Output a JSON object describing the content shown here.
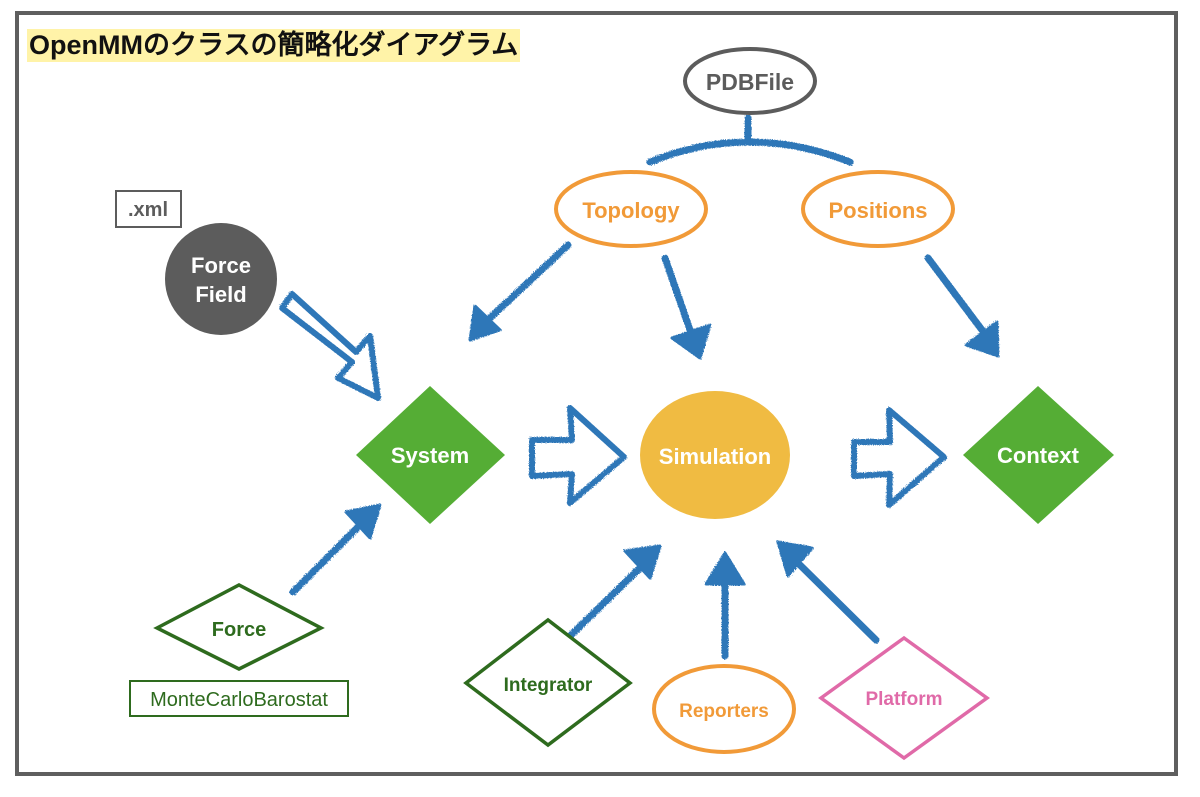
{
  "title": "OpenMMのクラスの簡略化ダイアグラム",
  "colors": {
    "frame": "#5f5f5f",
    "title_highlight": "#fff3a8",
    "arrow_blue": "#2f77b8",
    "green_fill": "#55ad35",
    "dark_green": "#2e6b1e",
    "orange": "#f19a38",
    "yellow_fill": "#f0bb42",
    "gray_dark": "#5c5c5c",
    "pink": "#e06aa8"
  },
  "nodes": {
    "pdbfile": "PDBFile",
    "topology": "Topology",
    "positions": "Positions",
    "xml": ".xml",
    "forcefield_line1": "Force",
    "forcefield_line2": "Field",
    "system": "System",
    "simulation": "Simulation",
    "context": "Context",
    "force": "Force",
    "montecarlobarostat": "MonteCarloBarostat",
    "integrator": "Integrator",
    "reporters": "Reporters",
    "platform": "Platform"
  },
  "edges": [
    {
      "from": "PDBFile",
      "to": "Topology",
      "type": "branch"
    },
    {
      "from": "PDBFile",
      "to": "Positions",
      "type": "branch"
    },
    {
      "from": "Topology",
      "to": "System",
      "type": "arrow"
    },
    {
      "from": "Topology",
      "to": "Simulation",
      "type": "arrow"
    },
    {
      "from": "Positions",
      "to": "Context",
      "type": "arrow"
    },
    {
      "from": "Force Field",
      "to": "System",
      "type": "block-arrow"
    },
    {
      "from": "System",
      "to": "Simulation",
      "type": "block-arrow"
    },
    {
      "from": "Simulation",
      "to": "Context",
      "type": "block-arrow"
    },
    {
      "from": "Force",
      "to": "System",
      "type": "arrow"
    },
    {
      "from": "Integrator",
      "to": "Simulation",
      "type": "arrow"
    },
    {
      "from": "Reporters",
      "to": "Simulation",
      "type": "arrow"
    },
    {
      "from": "Platform",
      "to": "Simulation",
      "type": "arrow"
    }
  ]
}
